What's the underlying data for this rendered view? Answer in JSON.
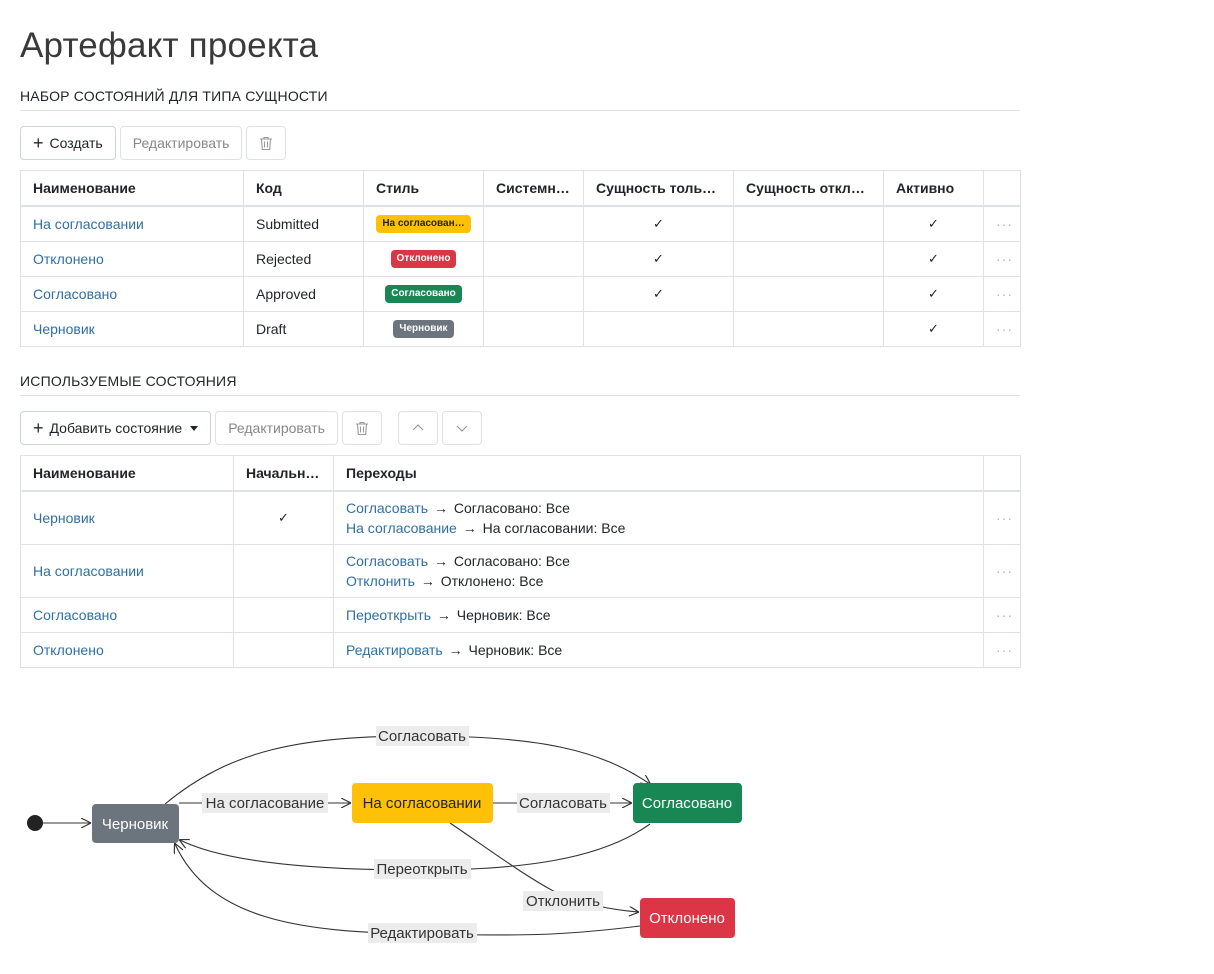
{
  "page": {
    "title": "Артефакт проекта"
  },
  "states_set": {
    "header": "НАБОР СОСТОЯНИЙ ДЛЯ ТИПА СУЩНОСТИ",
    "toolbar": {
      "create_label": "Создать",
      "edit_label": "Редактировать",
      "delete_icon": "trash-icon"
    },
    "columns": [
      "Наименование",
      "Код",
      "Стиль",
      "Системное",
      "Сущность только…",
      "Сущность отклю…",
      "Активно"
    ],
    "rows": [
      {
        "name": "На согласовании",
        "code": "Submitted",
        "style_label": "На согласован…",
        "style_color": "#ffc107",
        "style_text_color": "#212529",
        "system": "",
        "readonly": "✓",
        "disabled": "",
        "active": "✓"
      },
      {
        "name": "Отклонено",
        "code": "Rejected",
        "style_label": "Отклонено",
        "style_color": "#dc3545",
        "style_text_color": "#ffffff",
        "system": "",
        "readonly": "✓",
        "disabled": "",
        "active": "✓"
      },
      {
        "name": "Согласовано",
        "code": "Approved",
        "style_label": "Согласовано",
        "style_color": "#198754",
        "style_text_color": "#ffffff",
        "system": "",
        "readonly": "✓",
        "disabled": "",
        "active": "✓"
      },
      {
        "name": "Черновик",
        "code": "Draft",
        "style_label": "Черновик",
        "style_color": "#6c757d",
        "style_text_color": "#ffffff",
        "system": "",
        "readonly": "",
        "disabled": "",
        "active": "✓"
      }
    ],
    "more_label": "···"
  },
  "used_states": {
    "header": "ИСПОЛЬЗУЕМЫЕ СОСТОЯНИЯ",
    "toolbar": {
      "add_label": "Добавить состояние",
      "edit_label": "Редактировать",
      "delete_icon": "trash-icon",
      "up_icon": "chevron-up-icon",
      "down_icon": "chevron-down-icon"
    },
    "columns": [
      "Наименование",
      "Начальное",
      "Переходы"
    ],
    "rows": [
      {
        "name": "Черновик",
        "initial": "✓",
        "transitions": [
          {
            "action": "Согласовать",
            "target": "Согласовано: Все"
          },
          {
            "action": "На согласование",
            "target": "На согласовании: Все"
          }
        ]
      },
      {
        "name": "На согласовании",
        "initial": "",
        "transitions": [
          {
            "action": "Согласовать",
            "target": "Согласовано: Все"
          },
          {
            "action": "Отклонить",
            "target": "Отклонено: Все"
          }
        ]
      },
      {
        "name": "Согласовано",
        "initial": "",
        "transitions": [
          {
            "action": "Переоткрыть",
            "target": "Черновик: Все"
          }
        ]
      },
      {
        "name": "Отклонено",
        "initial": "",
        "transitions": [
          {
            "action": "Редактировать",
            "target": "Черновик: Все"
          }
        ]
      }
    ],
    "arrow": "→"
  },
  "diagram": {
    "nodes": {
      "draft": {
        "label": "Черновик",
        "color": "#6c757d",
        "text_color": "#ffffff"
      },
      "submitted": {
        "label": "На согласовании",
        "color": "#ffc107",
        "text_color": "#212529"
      },
      "approved": {
        "label": "Согласовано",
        "color": "#198754",
        "text_color": "#ffffff"
      },
      "rejected": {
        "label": "Отклонено",
        "color": "#dc3545",
        "text_color": "#ffffff"
      }
    },
    "edges": {
      "draft_to_approved": "Согласовать",
      "draft_to_submitted": "На согласование",
      "submitted_to_approved": "Согласовать",
      "approved_to_draft": "Переоткрыть",
      "submitted_to_rejected": "Отклонить",
      "rejected_to_draft": "Редактировать"
    }
  }
}
